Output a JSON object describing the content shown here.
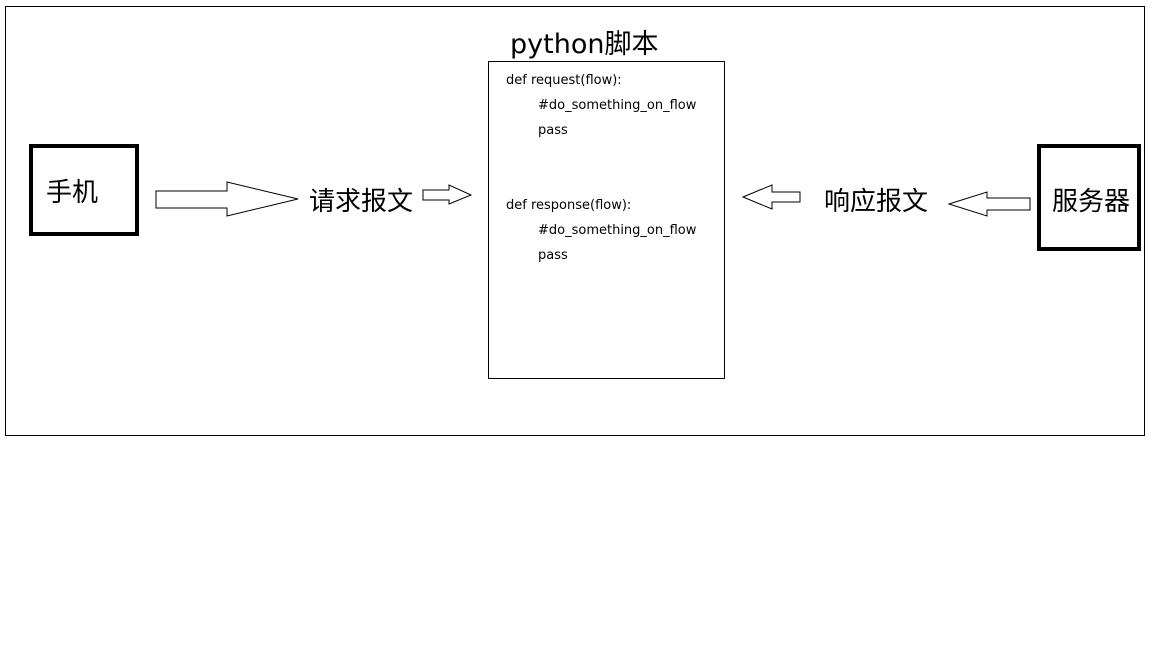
{
  "nodes": {
    "phone": "手机",
    "server": "服务器"
  },
  "flows": {
    "request": "请求报文",
    "response": "响应报文"
  },
  "script": {
    "title": "python脚本",
    "lines": [
      "def request(flow):",
      "#do_something_on_flow",
      "pass",
      "def response(flow):",
      "#do_something_on_flow",
      "pass"
    ]
  }
}
